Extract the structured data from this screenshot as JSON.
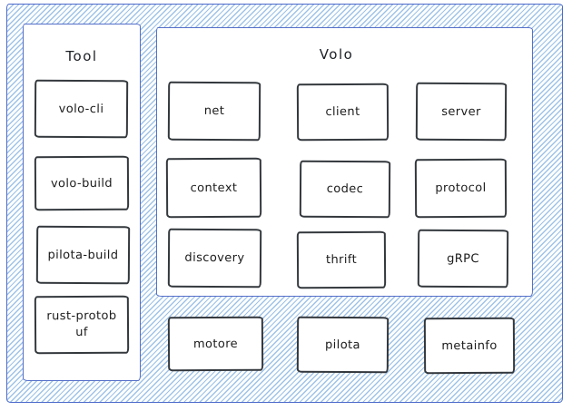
{
  "diagram": {
    "kind": "hand-drawn architecture diagram",
    "colors": {
      "frame_border": "#4d6bcb",
      "panel_border": "#5570c9",
      "hatch_line": "#9fc3e7",
      "box_border": "#33383d",
      "text": "#1b1b1b",
      "background": "#ffffff"
    },
    "tool_panel": {
      "title": "Tool",
      "boxes": [
        {
          "label": "volo-cli"
        },
        {
          "label": "volo-build"
        },
        {
          "label": "pilota-build"
        },
        {
          "label": "rust-protobuf"
        }
      ]
    },
    "volo_panel": {
      "title": "Volo",
      "grid": [
        {
          "label": "net"
        },
        {
          "label": "client"
        },
        {
          "label": "server"
        },
        {
          "label": "context"
        },
        {
          "label": "codec"
        },
        {
          "label": "protocol"
        },
        {
          "label": "discovery"
        },
        {
          "label": "thrift"
        },
        {
          "label": "gRPC"
        }
      ]
    },
    "bottom_row": {
      "boxes": [
        {
          "label": "motore"
        },
        {
          "label": "pilota"
        },
        {
          "label": "metainfo"
        }
      ]
    }
  }
}
